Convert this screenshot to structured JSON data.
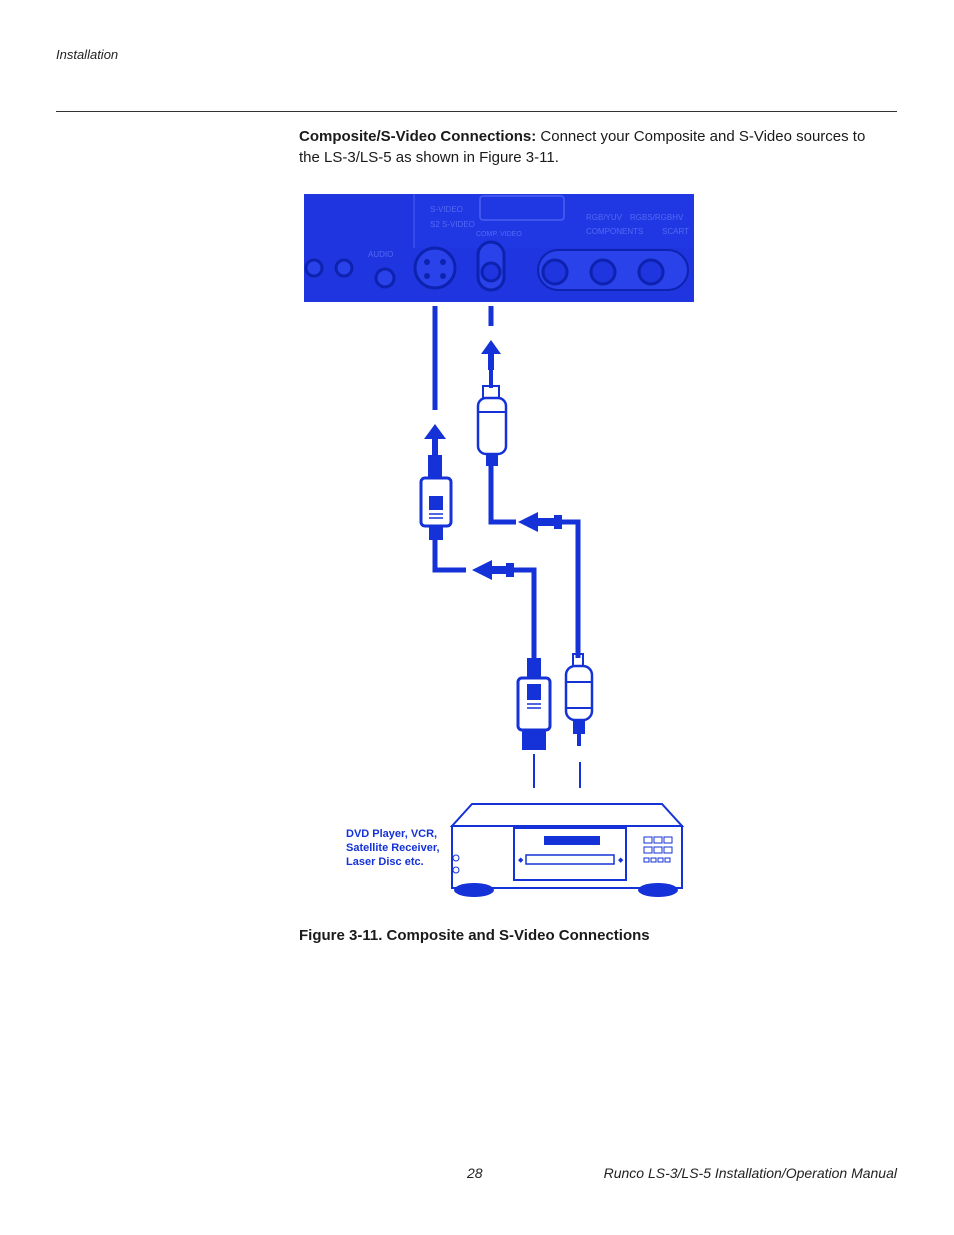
{
  "header": {
    "section": "Installation"
  },
  "body": {
    "lead": "Composite/S-Video Connections:",
    "text": " Connect your Composite and S-Video sources to the LS-3/LS-5 as shown in Figure 3-11."
  },
  "figure": {
    "panel_labels": [
      "S-VIDEO",
      "S2 S-VIDEO",
      "COMP. VIDEO",
      "RGB/YUV",
      "COMPONENTS",
      "RGBS/RGBHV",
      "SCART",
      "AUDIO"
    ],
    "device_label_lines": [
      "DVD Player, VCR,",
      "Satellite Receiver,",
      "Laser Disc etc."
    ],
    "caption": "Figure 3-11. Composite and S-Video Connections"
  },
  "footer": {
    "page_number": "28",
    "manual_title": "Runco LS-3/LS-5 Installation/Operation Manual"
  },
  "colors": {
    "accent_blue": "#1432d8",
    "panel_blue": "#1f35e0"
  }
}
